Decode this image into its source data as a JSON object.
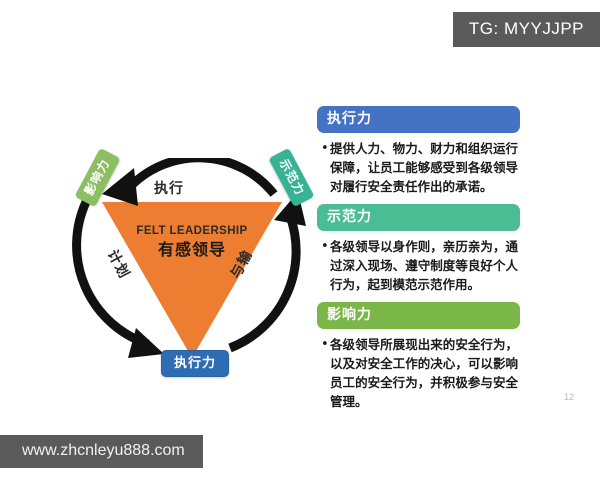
{
  "watermarks": {
    "tg_handle": "TG: MYYJJPP",
    "site": "www.zhcnleyu888.com"
  },
  "page_number": "12",
  "diagram": {
    "center_title_en": "FELT LEADERSHIP",
    "center_title_cn": "有感领导",
    "arc_labels": {
      "top": "执行",
      "left": "计划",
      "right": "与输"
    },
    "badges": {
      "influence": "影响力",
      "demonstration": "示范力",
      "execution": "执行力"
    },
    "colors": {
      "triangle": "#ED7D31",
      "badge_influence": "#8CBF63",
      "badge_demonstration": "#35B394",
      "badge_execution": "#2E6DB4",
      "arrow": "#111111"
    }
  },
  "panel": {
    "cards": [
      {
        "title": "执行力",
        "bullet": "•",
        "text": "提供人力、物力、财力和组织运行保障，让员工能够感受到各级领导对履行安全责任作出的承诺。",
        "color": "#4472C4"
      },
      {
        "title": "示范力",
        "bullet": "•",
        "text": "各级领导以身作则，亲历亲为，通过深入现场、遵守制度等良好个人行为，起到模范示范作用。",
        "color": "#4BBD95"
      },
      {
        "title": "影响力",
        "bullet": "•",
        "text": "各级领导所展现出来的安全行为，以及对安全工作的决心，可以影响员工的安全行为，并积极参与安全管理。",
        "color": "#7AB648"
      }
    ]
  }
}
